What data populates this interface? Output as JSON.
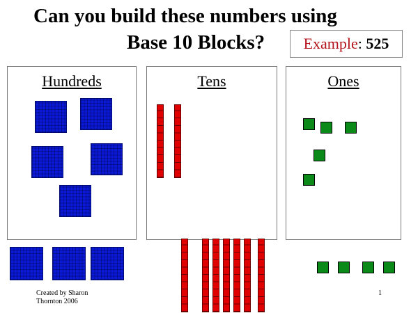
{
  "title": {
    "line1": "Can you build these numbers using",
    "line2": "Base 10 Blocks?"
  },
  "example": {
    "label": "Example",
    "colon": ":",
    "value": "525"
  },
  "panels": [
    {
      "label": "Hundreds"
    },
    {
      "label": "Tens"
    },
    {
      "label": "Ones"
    }
  ],
  "blocks": {
    "hundreds_in_panel": 5,
    "tens_in_panel": 2,
    "ones_in_panel": 5,
    "hundreds_below": 3,
    "tens_below": 7,
    "ones_below": 4
  },
  "colors": {
    "hundreds": "#0a19d6",
    "tens": "#e00000",
    "ones": "#0b8a1a",
    "example_label": "#b3141b"
  },
  "footer": {
    "credit": "Created by Sharon Thornton 2006",
    "slide_number": "1"
  }
}
